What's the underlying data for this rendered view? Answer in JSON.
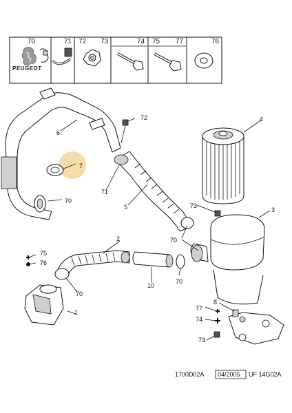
{
  "brand": {
    "name": "PEUGEOT"
  },
  "header_parts": [
    "70",
    "71",
    "72",
    "73",
    "74",
    "75",
    "77",
    "76"
  ],
  "callouts": {
    "c1": "1",
    "c2": "2",
    "c3": "3",
    "c4": "4",
    "c5": "5",
    "c6": "6",
    "c7": "7",
    "c8": "8",
    "c10": "10",
    "c70a": "70",
    "c70b": "70",
    "c70c": "70",
    "c70d": "70",
    "c71": "71",
    "c72": "72",
    "c73a": "73",
    "c73b": "73",
    "c74": "74",
    "c75": "75",
    "c76": "76",
    "c77": "77"
  },
  "footer": {
    "ref": "1700D02A",
    "date": "04/2005",
    "code": "UF 14G02A"
  },
  "highlight_color": "#f3d79a"
}
